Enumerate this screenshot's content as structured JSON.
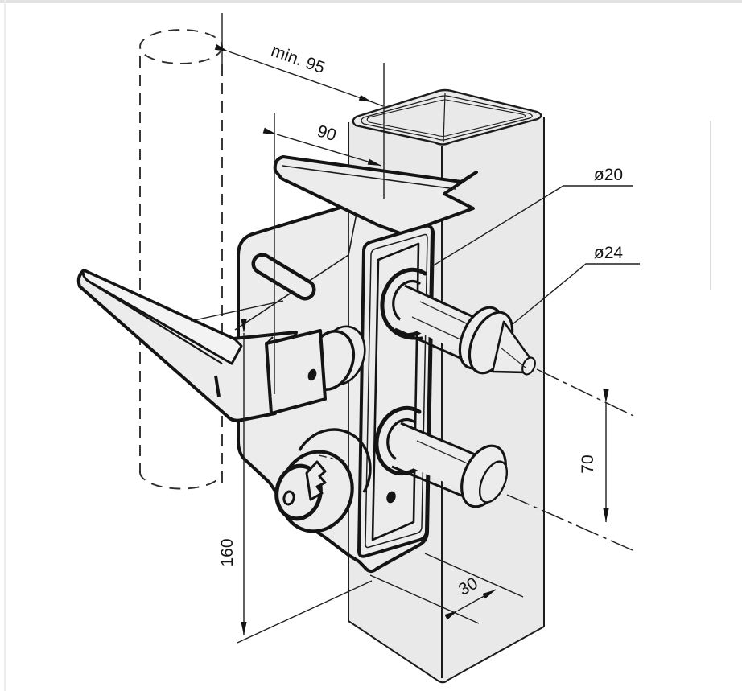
{
  "drawing": {
    "title": "gate-lock-mounting-dimension-drawing",
    "labels": {
      "min_clearance": "min. 95",
      "backplate_width": "90",
      "bolt_diameter": "ø20",
      "collar_diameter": "ø24",
      "bolt_spacing": "70",
      "body_height": "160",
      "corner_offset": "30"
    },
    "colors": {
      "paper": "#ffffff",
      "metal_fill": "#ececec",
      "outline": "#141414"
    }
  }
}
